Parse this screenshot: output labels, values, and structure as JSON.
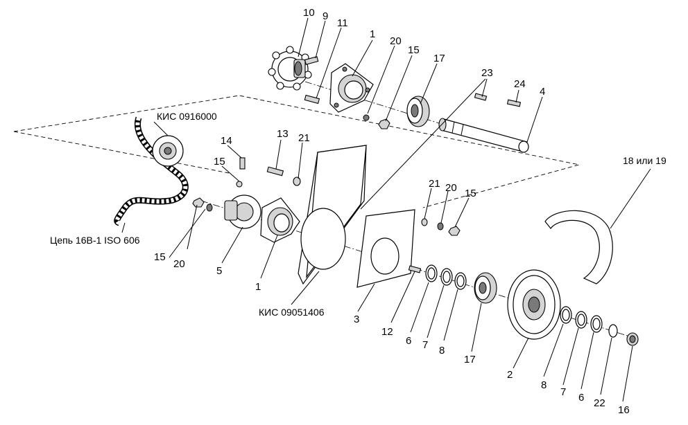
{
  "diagram": {
    "part_numbers": [
      "10",
      "9",
      "11",
      "1",
      "20",
      "15",
      "17",
      "23",
      "24",
      "4",
      "13",
      "21",
      "14",
      "15",
      "5",
      "1",
      "15",
      "20",
      "21",
      "20",
      "15",
      "3",
      "12",
      "6",
      "7",
      "8",
      "17",
      "2",
      "8",
      "7",
      "6",
      "22",
      "16"
    ],
    "captions": {
      "sprocket_assembly": "КИС 0916000",
      "chain": "Цепь 16B-1 ISO 606",
      "plate_assembly": "КИС 09051406",
      "belt_option": "18 или 19"
    }
  }
}
